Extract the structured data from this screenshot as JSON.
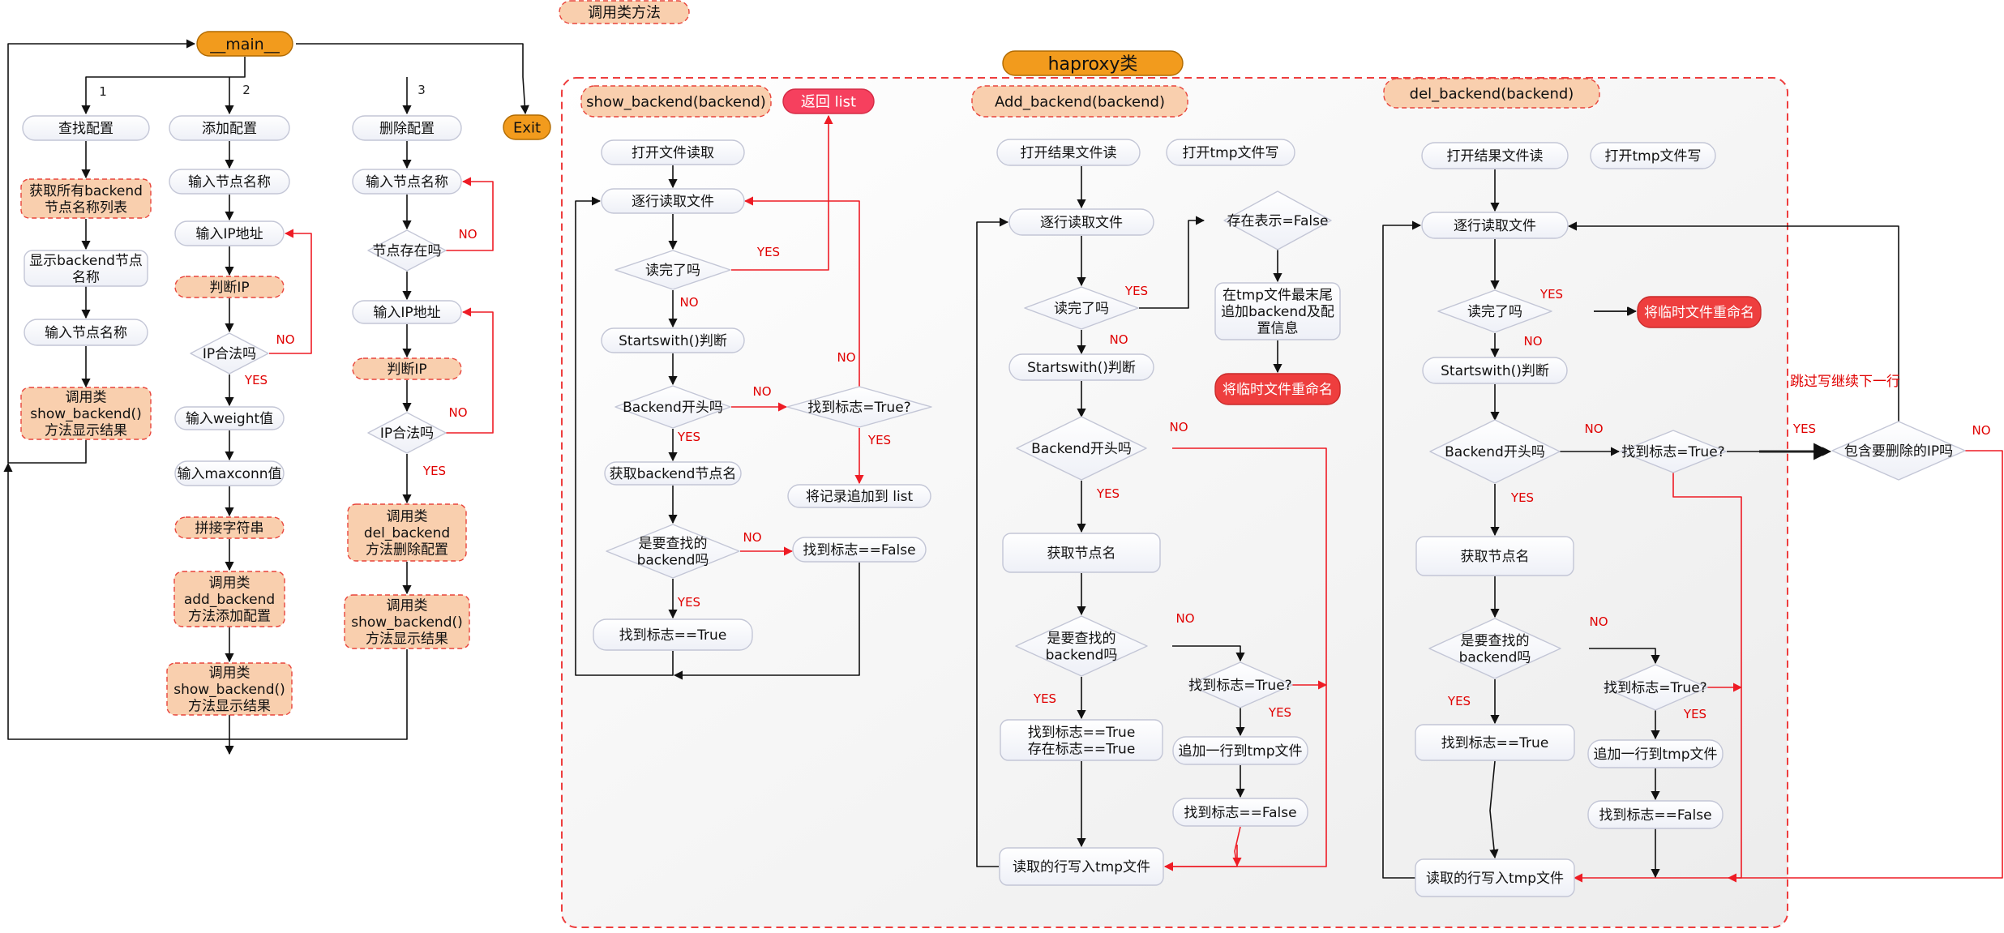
{
  "legend": {
    "call_method": "调用类方法"
  },
  "main": {
    "title": "__main__",
    "branch_labels": [
      "1",
      "2",
      "3"
    ],
    "exit": "Exit",
    "col1": [
      "查找配置",
      "获取所有backend\n节点名称列表",
      "显示backend节点\n名称",
      "输入节点名称",
      "调用类\nshow_backend()\n方法显示结果"
    ],
    "col2": [
      "添加配置",
      "输入节点名称",
      "输入IP地址",
      "判断IP",
      "IP合法吗",
      "输入weight值",
      "输入maxconn值",
      "拼接字符串",
      "调用类\nadd_backend\n方法添加配置",
      "调用类\nshow_backend()\n方法显示结果"
    ],
    "col3": [
      "删除配置",
      "输入节点名称",
      "节点存在吗",
      "输入IP地址",
      "判断IP",
      "IP合法吗",
      "调用类\ndel_backend\n方法删除配置",
      "调用类\nshow_backend()\n方法显示结果"
    ]
  },
  "haproxy": {
    "title": "haproxy类",
    "show": {
      "title": "show_backend(backend)",
      "return": "返回 list",
      "nodes": [
        "打开文件读取",
        "逐行读取文件",
        "读完了吗",
        "Startswith()判断",
        "Backend开头吗",
        "获取backend节点名",
        "是要查找的\nbackend吗",
        "找到标志==True",
        "找到标志=True?",
        "将记录追加到 list",
        "找到标志==False"
      ]
    },
    "add": {
      "title": "Add_backend(backend)",
      "nodes": [
        "打开结果文件读",
        "打开tmp文件写",
        "逐行读取文件",
        "读完了吗",
        "Startswith()判断",
        "Backend开头吗",
        "获取节点名",
        "是要查找的\nbackend吗",
        "找到标志==True\n存在标志==True",
        "读取的行写入tmp文件",
        "存在表示=False",
        "在tmp文件最末尾\n追加backend及配\n置信息",
        "将临时文件重命名",
        "找到标志=True?",
        "追加一行到tmp文件",
        "找到标志==False"
      ]
    },
    "del": {
      "title": "del_backend(backend)",
      "nodes": [
        "打开结果文件读",
        "打开tmp文件写",
        "逐行读取文件",
        "读完了吗",
        "将临时文件重命名",
        "Startswith()判断",
        "Backend开头吗",
        "找到标志=True?",
        "包含要删除的IP吗",
        "获取节点名",
        "是要查找的\nbackend吗",
        "找到标志==True",
        "找到标志=True?",
        "追加一行到tmp文件",
        "找到标志==False",
        "读取的行写入tmp文件"
      ],
      "skip_note": "跳过写继续下一行"
    }
  },
  "edge_labels": {
    "yes": "YES",
    "no": "NO"
  },
  "colors": {
    "orange_fill": "#f29b1d",
    "peach_fill": "#f9cfae",
    "peach_dash": "#e8453c",
    "red_fill": "#ee3e3e",
    "node_fill": "#f7f8fc",
    "node_stroke": "#c3c6d6",
    "edge_black": "#111111",
    "edge_red": "#ee1c25",
    "label_red": "#e00000",
    "panel_fill": "#f5f5f5"
  }
}
